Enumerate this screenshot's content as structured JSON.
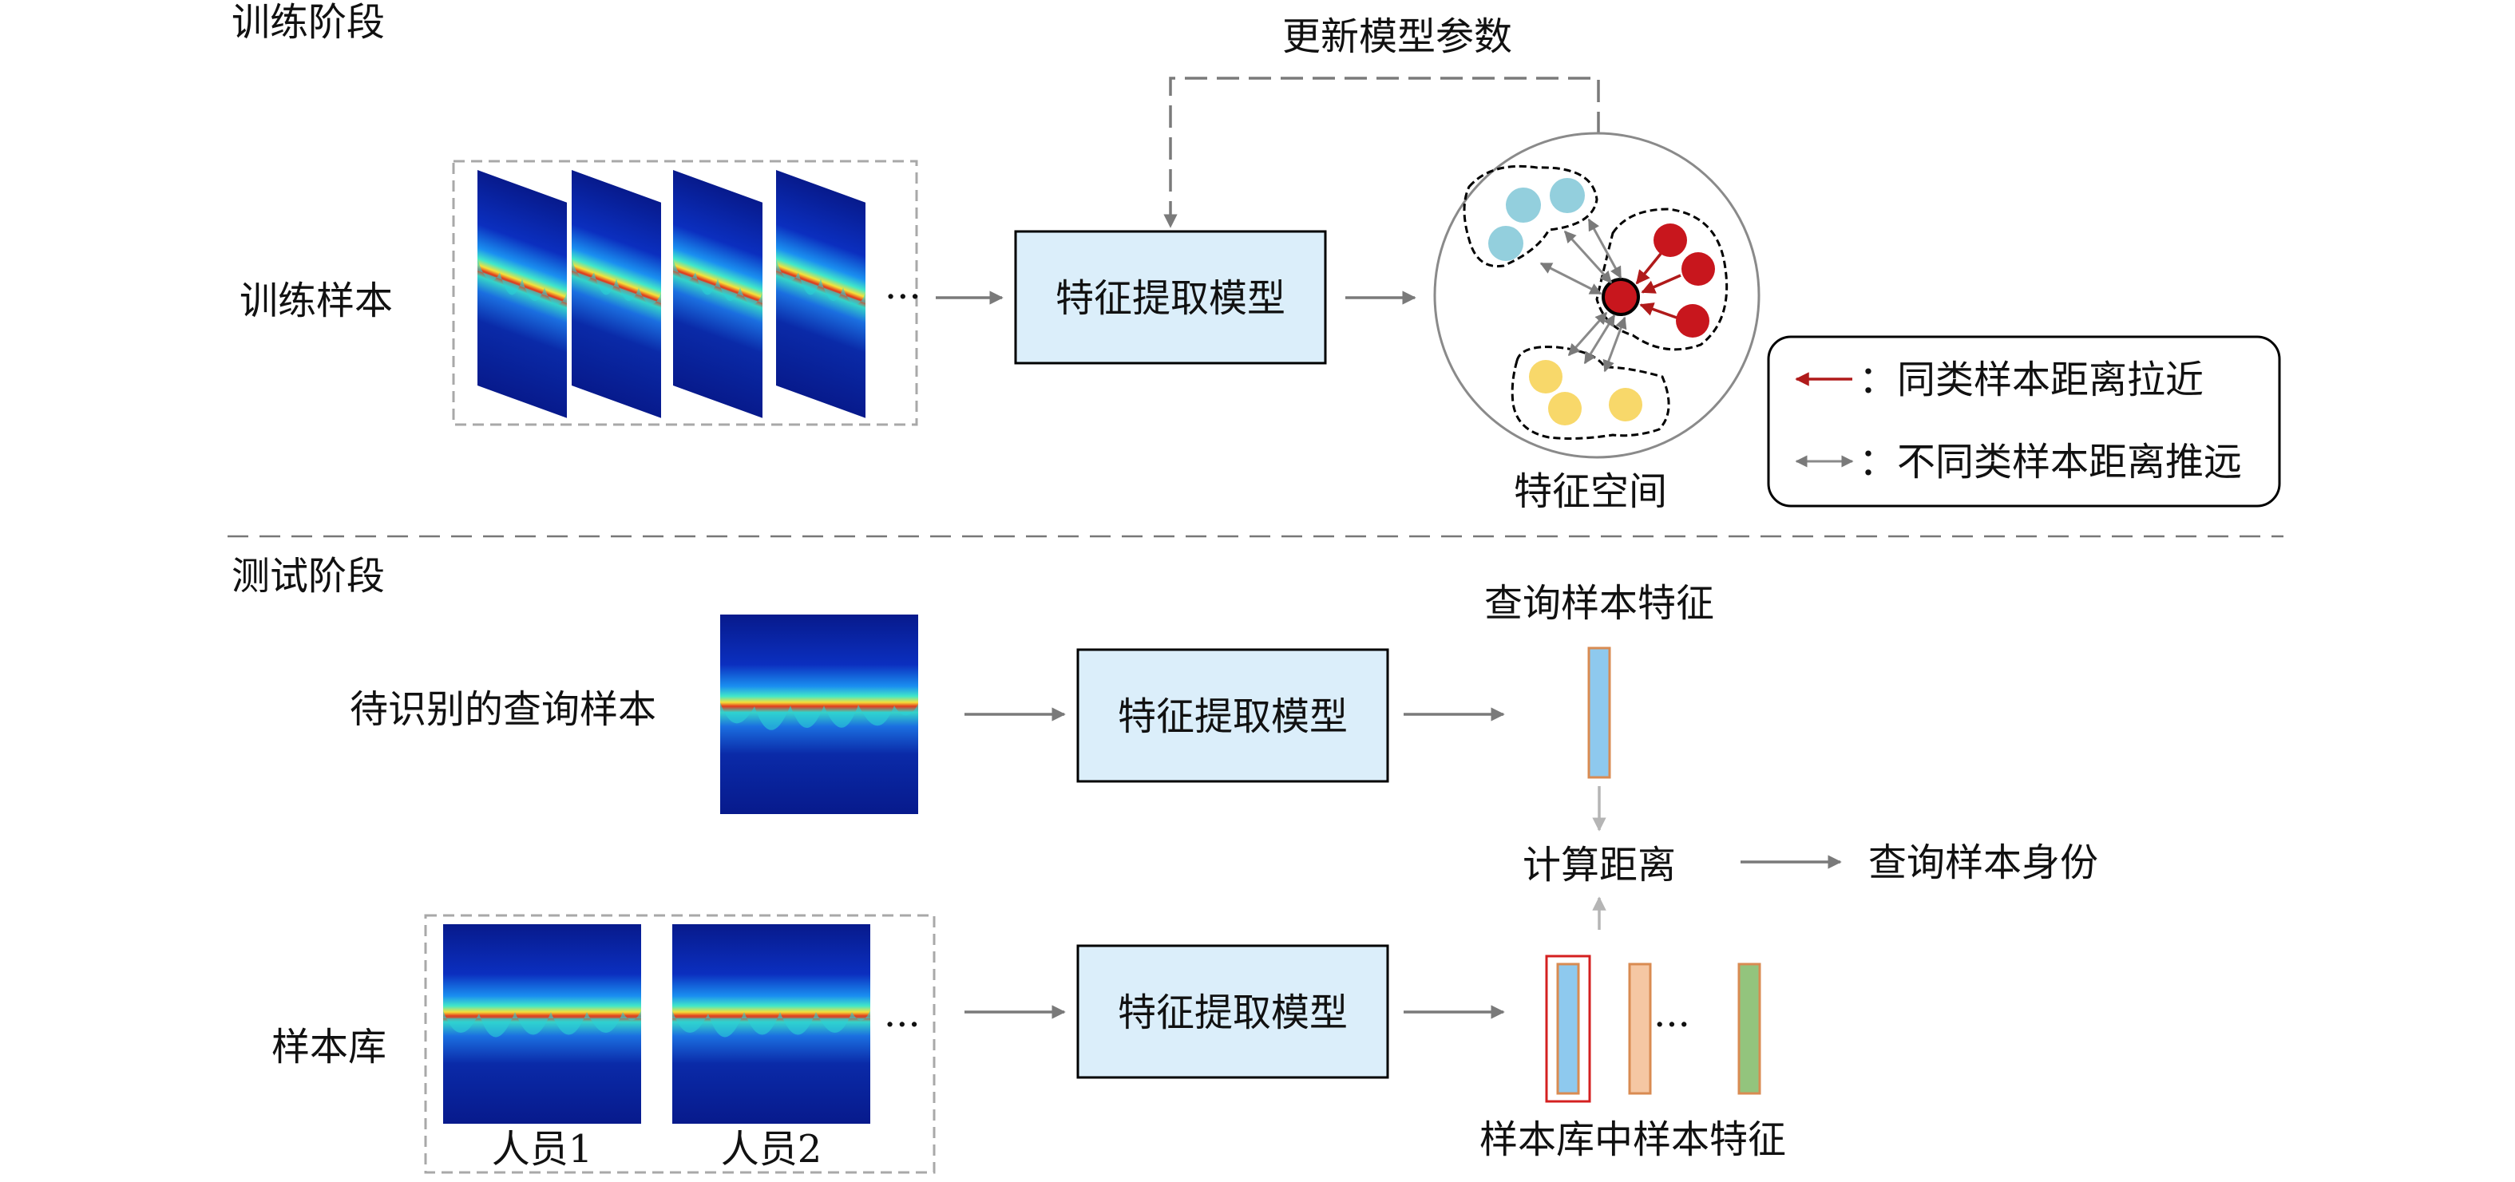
{
  "training": {
    "stage_title": "训练阶段",
    "sample_label": "训练样本",
    "ellipsis": "···",
    "model_label": "特征提取模型",
    "update_label": "更新模型参数",
    "feature_space_label": "特征空间",
    "legend": {
      "pull_text": "：同类样本距离拉近",
      "push_text": "：不同类样本距离推远"
    }
  },
  "testing": {
    "stage_title": "测试阶段",
    "query_label": "待识别的查询样本",
    "model_label_1": "特征提取模型",
    "model_label_2": "特征提取模型",
    "query_feature_label": "查询样本特征",
    "distance_label": "计算距离",
    "result_label": "查询样本身份",
    "gallery_label": "样本库",
    "person1": "人员1",
    "person2": "人员2",
    "gallery_ellipsis": "···",
    "feature_ellipsis": "···",
    "gallery_feature_label": "样本库中样本特征"
  },
  "colors": {
    "model_box": "#dbeefa",
    "arrow": "#7a7a7a",
    "pull_arrow": "#b01a1a",
    "cluster_blue": "#93cfdd",
    "cluster_red": "#c8161d",
    "cluster_yellow": "#f8d86a",
    "feature_blue": "#8ec9ee",
    "feature_orange": "#f5c7a3",
    "feature_green": "#93c47d",
    "highlight_red": "#d42020"
  },
  "icons": [
    "spectrogram-icon",
    "feature-vector-icon",
    "cluster-circle-icon"
  ]
}
